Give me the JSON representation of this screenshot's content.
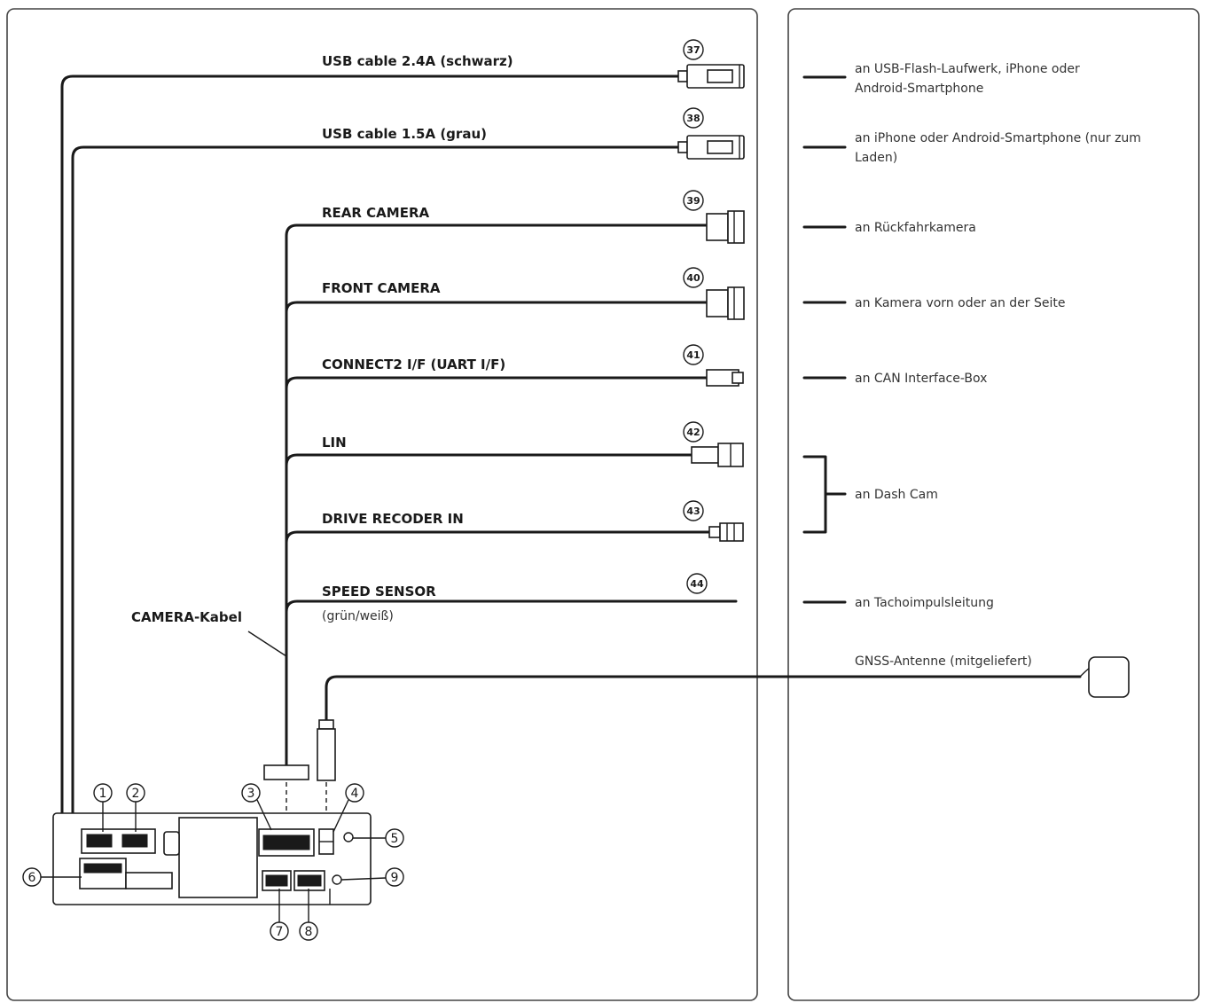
{
  "cables": [
    {
      "num": "37",
      "label": "USB cable 2.4A (schwarz)",
      "desc": [
        "an USB-Flash-Laufwerk, iPhone oder",
        "Android-Smartphone"
      ]
    },
    {
      "num": "38",
      "label": "USB cable 1.5A (grau)",
      "desc": [
        "an iPhone oder Android-Smartphone (nur zum",
        "Laden)"
      ]
    },
    {
      "num": "39",
      "label": "REAR CAMERA",
      "desc": [
        "an Rückfahrkamera"
      ]
    },
    {
      "num": "40",
      "label": "FRONT CAMERA",
      "desc": [
        "an Kamera vorn oder an der Seite"
      ]
    },
    {
      "num": "41",
      "label": "CONNECT2 I/F (UART I/F)",
      "desc": [
        "an CAN Interface-Box"
      ]
    },
    {
      "num": "42",
      "label": "LIN"
    },
    {
      "num": "43",
      "label": "DRIVE RECODER IN"
    },
    {
      "num": "44",
      "label": "SPEED SENSOR",
      "sub": "(grün/weiß)",
      "desc": [
        "an Tachoimpulsleitung"
      ]
    }
  ],
  "dash_cam_desc": "an Dash Cam",
  "gnss_label": "GNSS-Antenne (mitgeliefert)",
  "camera_cable_label": "CAMERA-Kabel",
  "unit_callouts": [
    "1",
    "2",
    "3",
    "4",
    "5",
    "6",
    "7",
    "8",
    "9"
  ]
}
